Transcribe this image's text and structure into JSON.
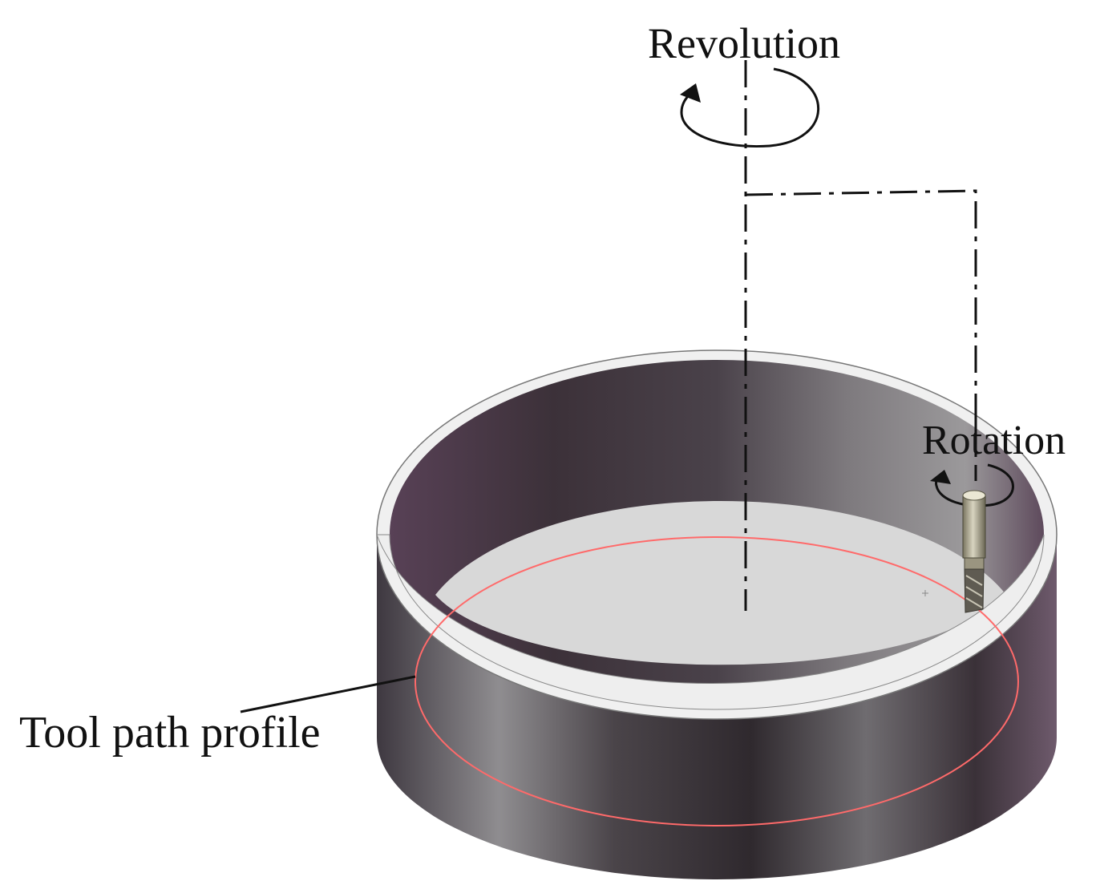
{
  "labels": {
    "revolution": "Revolution",
    "rotation": "Rotation",
    "tool_path_profile": "Tool path profile"
  },
  "colors": {
    "background": "#ffffff",
    "wall_dark": "#3a3238",
    "wall_light": "#9a989a",
    "inner_wall_purple": "#5a4358",
    "floor": "#d9d9d9",
    "rim": "#f2f2f2",
    "tool_path": "#ff6a6a",
    "axis_line": "#111111"
  },
  "icons": {
    "revolution_arrow": "circular-arrow-icon",
    "rotation_arrow": "circular-arrow-icon",
    "tool": "end-mill-icon"
  }
}
